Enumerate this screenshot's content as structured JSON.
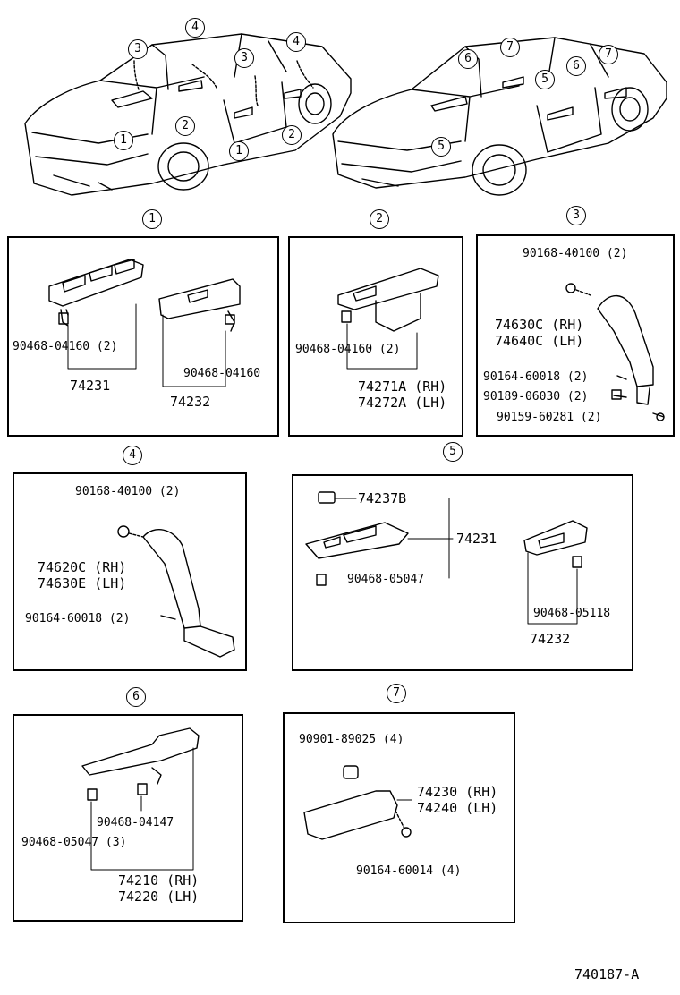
{
  "callouts": {
    "c1": "1",
    "c2": "2",
    "c3": "3",
    "c4": "4",
    "c5": "5",
    "c6": "6",
    "c7": "7"
  },
  "panel1": {
    "part_a_clip": "90468-04160 (2)",
    "part_a": "74231",
    "part_b_clip": "90468-04160",
    "part_b": "74232"
  },
  "panel2": {
    "clip": "90468-04160 (2)",
    "part_rh": "74271A (RH)",
    "part_lh": "74272A (LH)"
  },
  "panel3": {
    "clip_top": "90168-40100 (2)",
    "part_rh": "74630C (RH)",
    "part_lh": "74640C (LH)",
    "screw1": "90164-60018 (2)",
    "screw2": "90189-06030 (2)",
    "screw3": "90159-60281 (2)"
  },
  "panel4": {
    "clip_top": "90168-40100 (2)",
    "part_rh": "74620C (RH)",
    "part_lh": "74630E (LH)",
    "screw": "90164-60018 (2)"
  },
  "panel5": {
    "cap": "74237B",
    "part_a": "74231",
    "clip_a": "90468-05047",
    "clip_b": "90468-05118",
    "part_b": "74232"
  },
  "panel6": {
    "clip_b": "90468-04147",
    "clip_a": "90468-05047 (3)",
    "part_rh": "74210 (RH)",
    "part_lh": "74220 (LH)"
  },
  "panel7": {
    "nut": "90901-89025 (4)",
    "part_rh": "74230 (RH)",
    "part_lh": "74240 (LH)",
    "screw": "90164-60014 (4)"
  },
  "footer": {
    "diagram_code": "740187-A"
  }
}
